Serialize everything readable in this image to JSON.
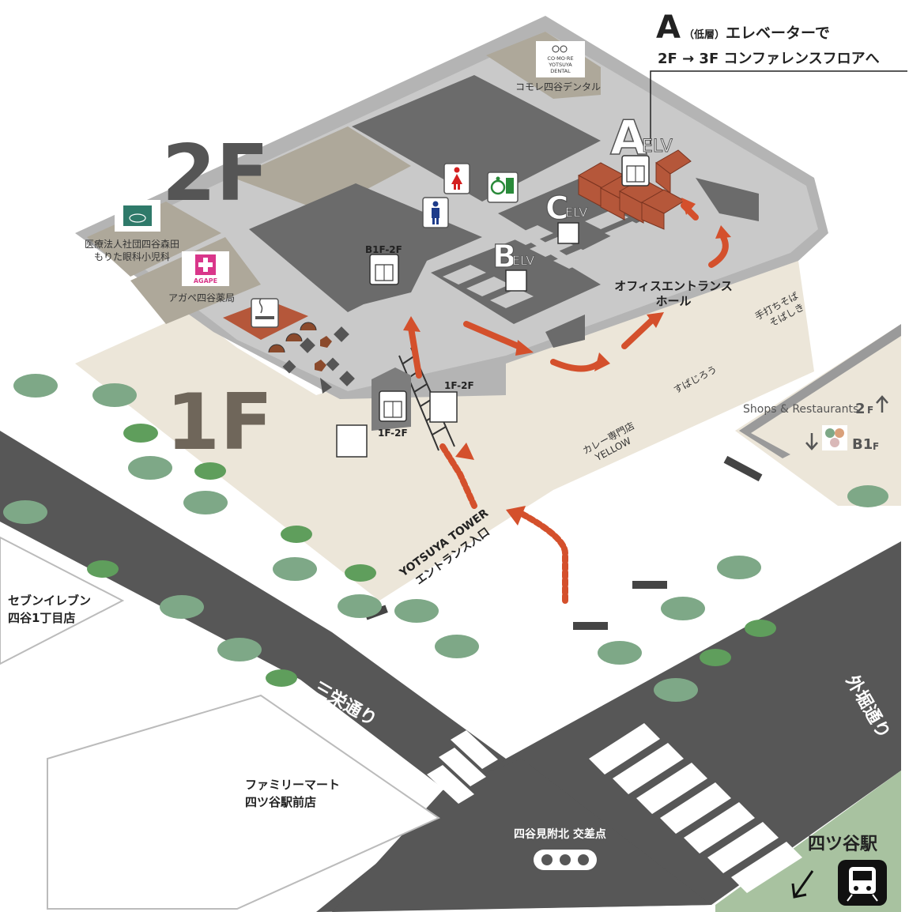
{
  "title": {
    "letter": "A",
    "note": "（低層）",
    "line1": "エレベーターで",
    "line2": "2F → 3F コンファレンスフロアへ"
  },
  "floors": {
    "upper": "2F",
    "lower": "1F"
  },
  "elevators": {
    "a_letter": "A",
    "a_suffix": "ELV",
    "b_letter": "B",
    "b_suffix": "ELV",
    "c_letter": "C",
    "c_suffix": "ELV",
    "b1f_2f": "B1F-2F",
    "f1_2f_left": "1F-2F",
    "f1_2f_right": "1F-2F"
  },
  "tenants": {
    "dental_logo": [
      "CO·MO·RE",
      "YOTSUYA",
      "DENTAL"
    ],
    "dental": "コモレ四谷デンタル",
    "clinic_line1": "医療法人社団四谷森田",
    "clinic_line2": "もりた眼科小児科",
    "pharmacy_logo": "AGAPE",
    "pharmacy": "アガペ四谷薬局",
    "office_hall_line1": "オフィスエントランス",
    "office_hall_line2": "ホール",
    "soba_line1": "手打ちそば",
    "soba_line2": "そばしき",
    "sushi": "すばじろう",
    "curry_line1": "カレー専門店",
    "curry_line2": "YELLOW"
  },
  "entrance": {
    "line1": "YOTSUYA TOWER",
    "line2": "エントランス入口"
  },
  "shops": {
    "label": "Shops & Restaurants",
    "up_floor": "2",
    "up_suffix": "F",
    "down_floor": "B1",
    "down_suffix": "F"
  },
  "streets": {
    "sanei": "三栄通り",
    "sotobori": "外堀通り"
  },
  "landmarks": {
    "seven_line1": "セブンイレブン",
    "seven_line2": "四谷1丁目店",
    "family_line1": "ファミリーマート",
    "family_line2": "四ツ谷駅前店",
    "crossing": "四谷見附北 交差点",
    "station": "四ツ谷駅"
  },
  "colors": {
    "route": "#d4502c",
    "building_dark": "#6b6b6b",
    "building_mid": "#9a9a9a",
    "building_light": "#c9c9c9",
    "plaza": "#ece6d9",
    "road": "#575757",
    "tree": "#7ea887",
    "station_area": "#a8c2a0",
    "elevator_brick": "#b5573a"
  },
  "icons": {
    "toilet_female": "female-toilet-icon",
    "toilet_male": "male-toilet-icon",
    "accessible": "accessible-toilet-icon",
    "elevator": "elevator-icon",
    "smoking": "smoking-area-icon",
    "station": "train-station-icon"
  }
}
